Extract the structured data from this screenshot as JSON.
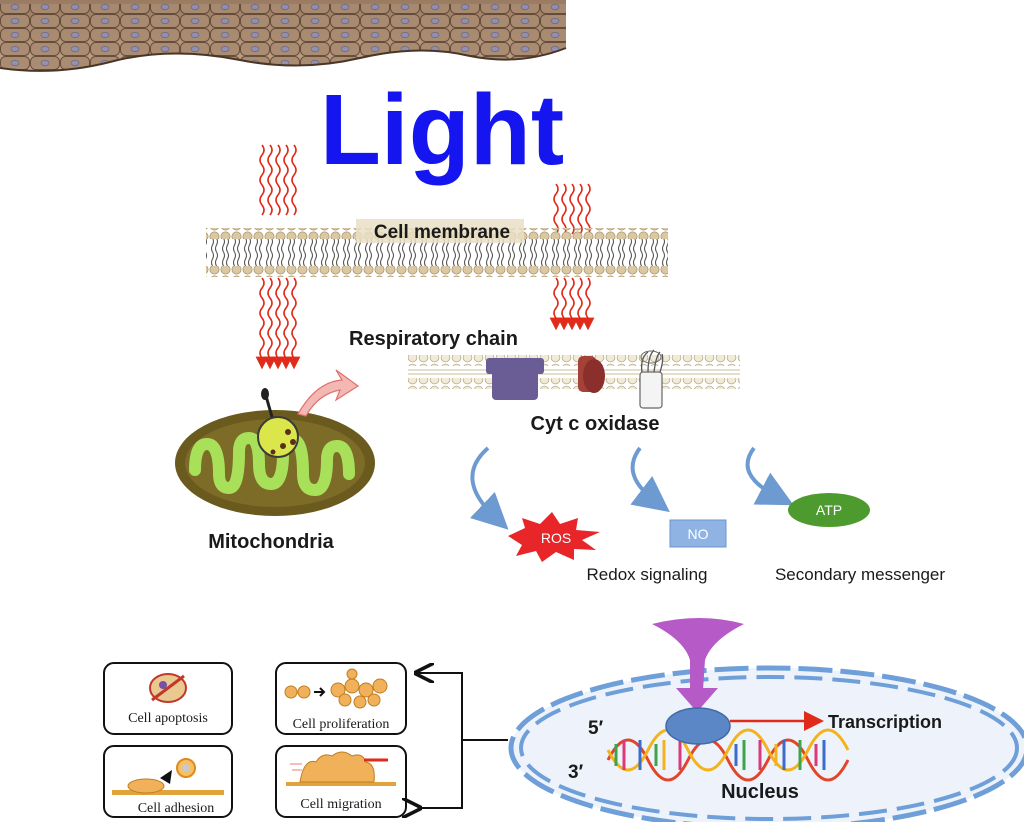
{
  "title": "Light",
  "labels": {
    "cell_membrane": "Cell membrane",
    "respiratory_chain": "Respiratory chain",
    "cyt_c_oxidase": "Cyt c oxidase",
    "mitochondria": "Mitochondria",
    "ros": "ROS",
    "no": "NO",
    "atp": "ATP",
    "redox_signaling": "Redox signaling",
    "secondary_messenger": "Secondary messenger",
    "transcription": "Transcription",
    "nucleus": "Nucleus",
    "five_prime": "5′",
    "three_prime": "3′"
  },
  "outcomes": {
    "apoptosis": "Cell apoptosis",
    "proliferation": "Cell proliferation",
    "adhesion": "Cell adhesion",
    "migration": "Cell migration"
  },
  "colors": {
    "title": "#1515f0",
    "light_wave": "#e02a1a",
    "mitochondria_outer": "#6b5a1e",
    "mitochondria_inner": "#a9e05a",
    "ros": "#e8262a",
    "no": "#8fb4e3",
    "atp": "#4d9a2e",
    "signal_arrow": "#6d9bd1",
    "nucleus_envelope": "#6f9fd8",
    "nucleus_fill": "#eef3fb",
    "receptor": "#b65ac8"
  }
}
